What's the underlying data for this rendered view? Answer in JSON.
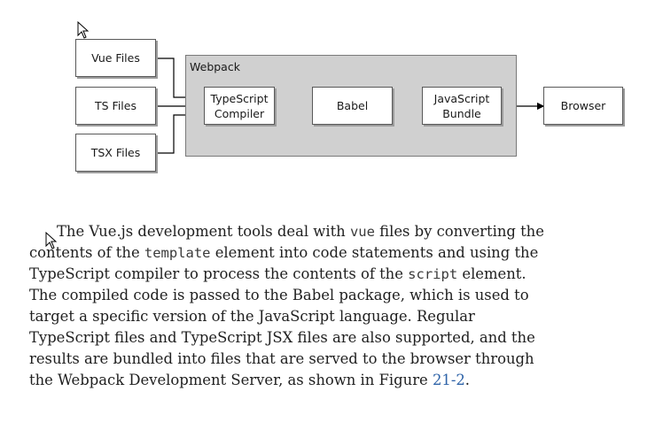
{
  "diagram": {
    "inputs": [
      {
        "label": "Vue Files"
      },
      {
        "label": "TS Files"
      },
      {
        "label": "TSX Files"
      }
    ],
    "group_label": "Webpack",
    "stages": [
      {
        "line1": "TypeScript",
        "line2": "Compiler"
      },
      {
        "line1": "Babel",
        "line2": ""
      },
      {
        "line1": "JavaScript",
        "line2": "Bundle"
      }
    ],
    "output": {
      "label": "Browser"
    }
  },
  "paragraph": {
    "l1_a": "The Vue.js development tools deal with ",
    "l1_code": "vue",
    "l1_b": " files by converting the",
    "l2_a": "contents of the ",
    "l2_code": "template",
    "l2_b": " element into code statements and using the",
    "l3_a": "TypeScript compiler to process the contents of the ",
    "l3_code": "script",
    "l3_b": " element.",
    "l4": "The compiled code is passed to the Babel package, which is used to",
    "l5": "target a specific version of the JavaScript language. Regular",
    "l6": "TypeScript files and TypeScript JSX files are also supported, and the",
    "l7": "results are bundled into files that are served to the browser through",
    "l8_a": "the Webpack Development Server, as shown in Figure ",
    "l8_ref": "21-2",
    "l8_b": "."
  }
}
